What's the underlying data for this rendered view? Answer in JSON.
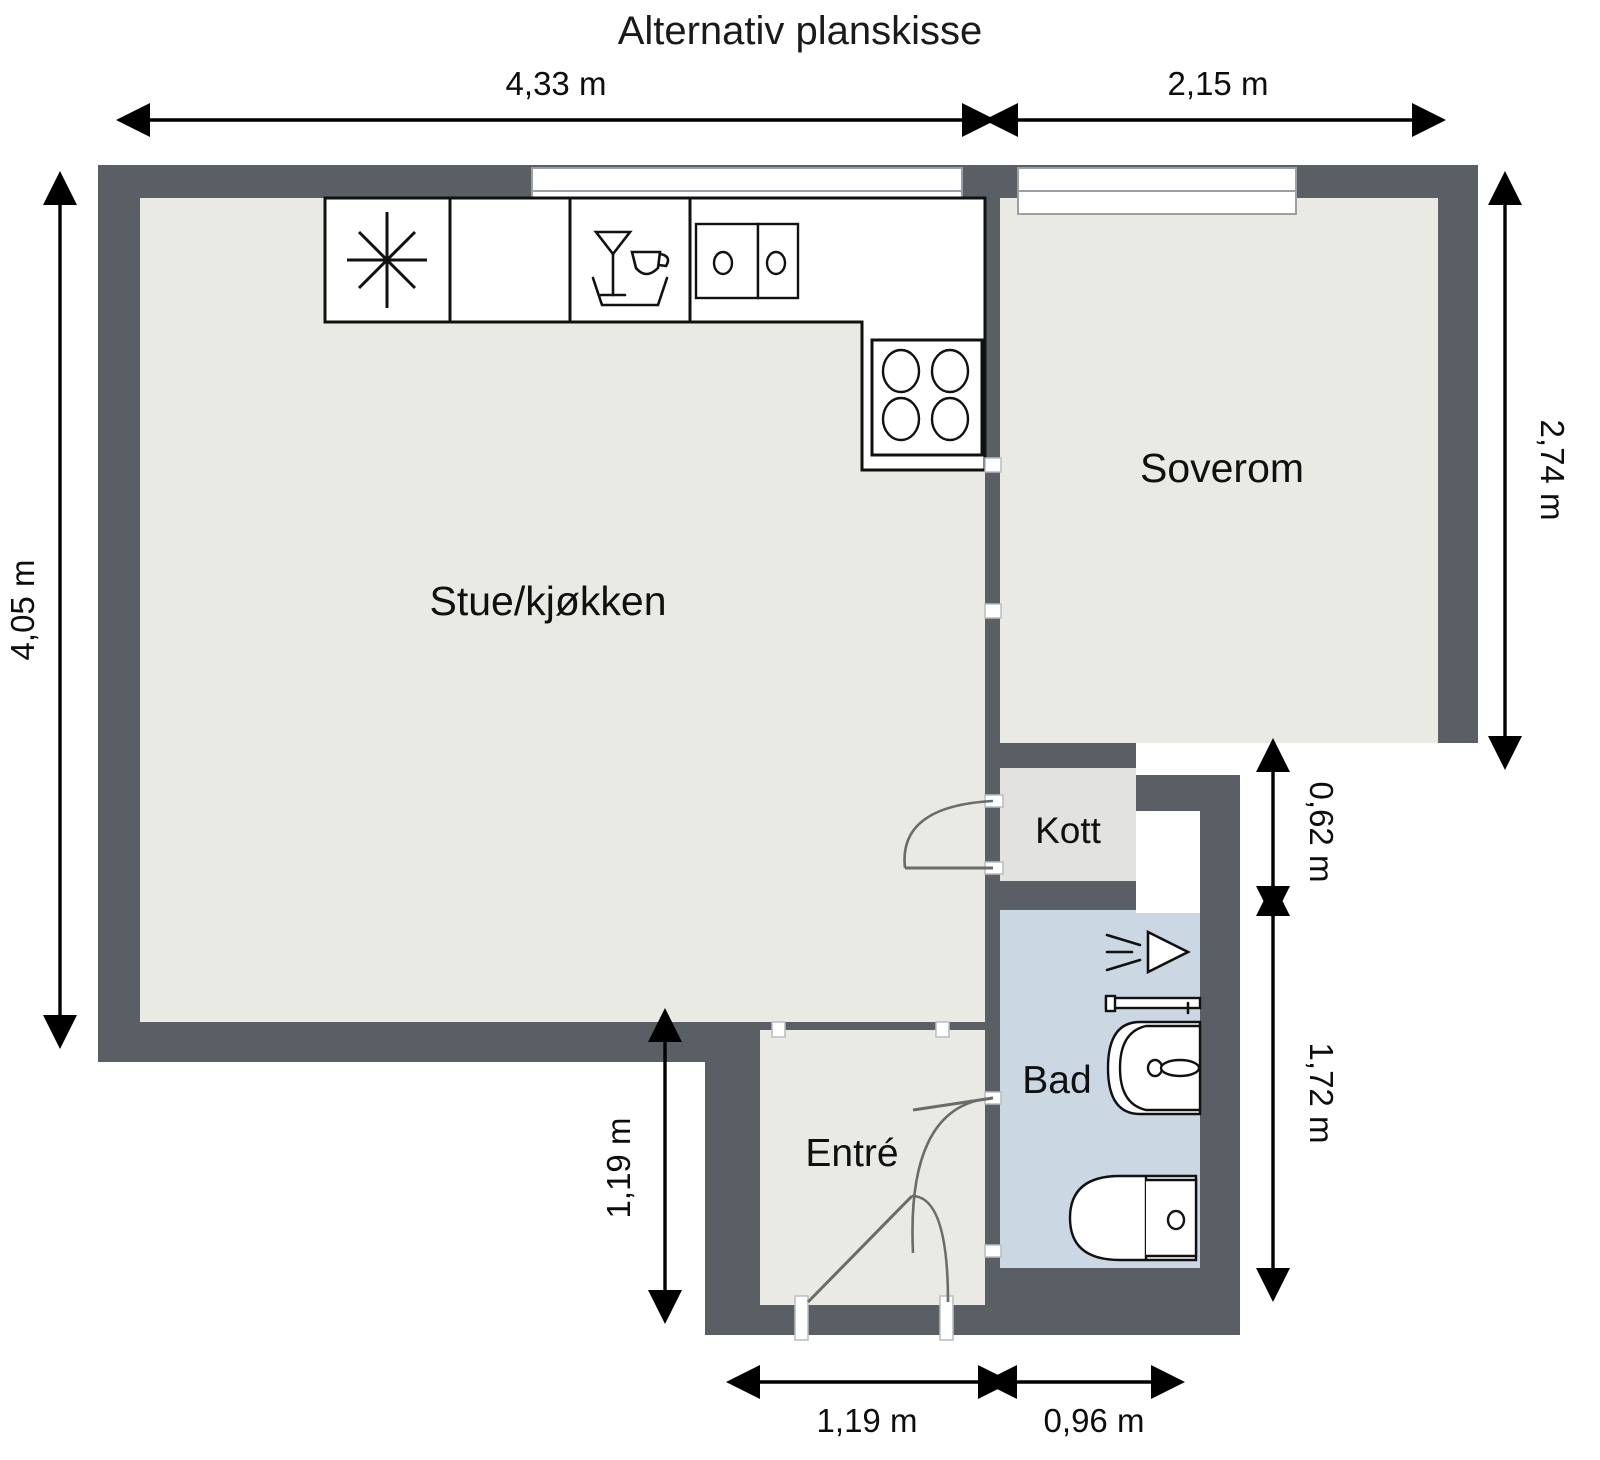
{
  "title": "Alternativ planskisse",
  "rooms": [
    {
      "key": "living_kitchen",
      "label": "Stue/kjøkken"
    },
    {
      "key": "bedroom",
      "label": "Soverom"
    },
    {
      "key": "closet",
      "label": "Kott"
    },
    {
      "key": "bathroom",
      "label": "Bad"
    },
    {
      "key": "entrance",
      "label": "Entré"
    }
  ],
  "dimensions": {
    "top_left": "4,33 m",
    "top_right": "2,15 m",
    "left": "4,05 m",
    "right_upper": "2,74 m",
    "right_mid": "0,62 m",
    "right_lower": "1,72 m",
    "bottom_left": "1,19 m",
    "bottom_center": "1,19 m",
    "bottom_right": "0,96 m"
  },
  "fixtures": [
    {
      "name": "fridge-freezer-icon",
      "room": "living_kitchen"
    },
    {
      "name": "kitchen-cabinet-icon",
      "room": "living_kitchen"
    },
    {
      "name": "dishwasher-icon",
      "room": "living_kitchen"
    },
    {
      "name": "double-sink-icon",
      "room": "living_kitchen"
    },
    {
      "name": "stovetop-icon",
      "room": "living_kitchen"
    },
    {
      "name": "shower-head-icon",
      "room": "bathroom"
    },
    {
      "name": "towel-rail-icon",
      "room": "bathroom"
    },
    {
      "name": "washbasin-icon",
      "room": "bathroom"
    },
    {
      "name": "toilet-icon",
      "room": "bathroom"
    }
  ],
  "colors": {
    "wall": "#5a5f66",
    "floor_main": "#e9eae3",
    "floor_closet": "#e2e3e0",
    "floor_bathroom": "#ccd7e4",
    "line": "#111111",
    "background": "#ffffff"
  }
}
